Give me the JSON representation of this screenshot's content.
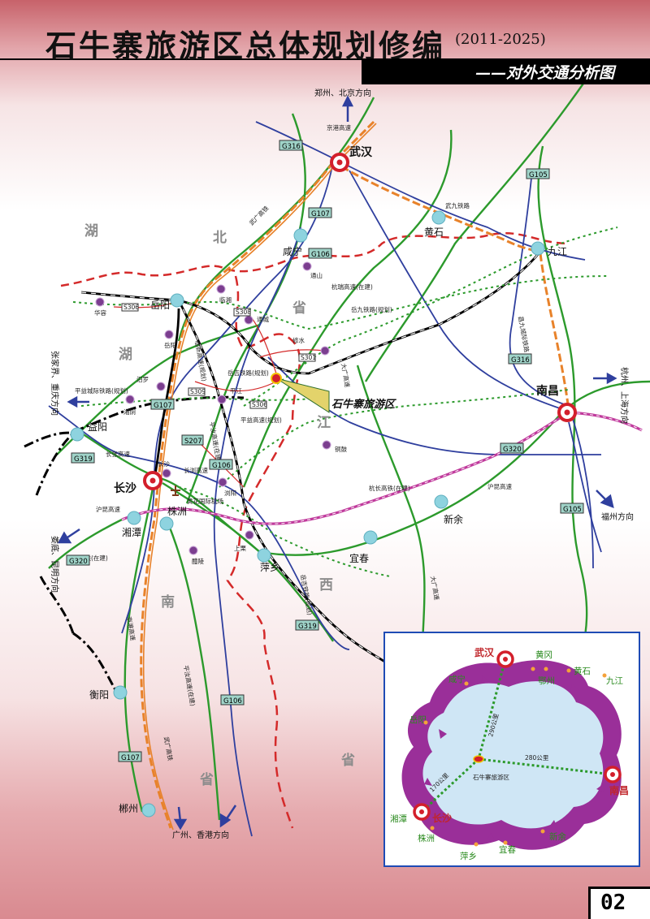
{
  "header": {
    "title": "石牛寨旅游区总体规划修编",
    "years": "(2011-2025)",
    "subtitle": "——对外交通分析图"
  },
  "page_number": "02",
  "provinces": [
    "湖",
    "北",
    "省",
    "湖",
    "南",
    "省",
    "江",
    "西",
    "省"
  ],
  "major_cities": {
    "wuhan": "武汉",
    "nanchang": "南昌",
    "changsha": "长沙"
  },
  "cities": {
    "xianning": "咸宁",
    "huangshi": "黄石",
    "jiujiang": "九江",
    "yueyang": "岳阳",
    "yiyang": "益阳",
    "xiangtan": "湘潭",
    "zhuzhou": "株洲",
    "hengyang": "衡阳",
    "chenzhou": "郴州",
    "pingxiang": "萍乡",
    "yichun": "宜春",
    "xinyu": "新余"
  },
  "towns": {
    "tongshan": "通山",
    "linxiang": "临湘",
    "tongcheng": "通城",
    "huarong": "华容",
    "yueyang_county": "岳阳",
    "xiushui": "修水",
    "miluo": "汨罗",
    "xiangyin": "湘阴",
    "pingjiang": "平江",
    "tonggu": "铜鼓",
    "changsha_county": "长沙",
    "liuyang": "浏阳",
    "liling": "醴陵",
    "shangli": "上栗"
  },
  "destination": "石牛寨旅游区",
  "airport": "黄花国际机场",
  "directions": {
    "north": "郑州、北京方向",
    "west": "张家界、重庆方向",
    "east": "杭州、上海方向",
    "southeast": "福州方向",
    "southwest": "娄底、昆明方向",
    "south": "广州、香港方向"
  },
  "road_labels": {
    "jinggang": "京港高速",
    "wuguang_rail": "武广高铁",
    "wujiu_rail": "武九铁路",
    "yuejiu_rail": "岳九铁路(规划)",
    "changjiu_rail": "昌九城际铁路",
    "hangrui": "杭瑞高速(在建)",
    "daguang": "大广高速",
    "yueji_rail": "岳吉铁路(规划)",
    "pingyi_rail": "平益城际铁路(规划)",
    "pingyi_exp": "平益高速(规划)",
    "wuxin": "临新高速(规划)",
    "changzhang": "长张高速",
    "pingru": "平汝高速(在建)",
    "changliu": "长浏高速",
    "hukun": "沪昆高速",
    "changkun_rail": "长昆客铁(在建)",
    "hukun_e": "沪昆高速",
    "hangchang_rail": "杭长高铁(在建)",
    "yueji_rail2": "岳吉铁路(规划)",
    "daguang2": "大广高速",
    "jinggang2": "京港高速",
    "wuguang2": "武广高铁",
    "pingru2": "平汝高速(在建)"
  },
  "shields": {
    "g316a": "G316",
    "g107a": "G107",
    "g106a": "G106",
    "g105a": "G105",
    "g316b": "G316",
    "g107b": "G107",
    "g319a": "G319",
    "g207": "S207",
    "g106b": "G106",
    "g320a": "G320",
    "g320b": "G320",
    "g105b": "G105",
    "g319b": "G319",
    "g106c": "G106",
    "g107c": "G107",
    "s306": "S306",
    "s308": "S308",
    "s301": "S301",
    "s306b": "S306",
    "s309": "S309"
  },
  "inset": {
    "wuhan": "武汉",
    "nanchang": "南昌",
    "changsha": "长沙",
    "xiangtan": "湘潭",
    "center": "石牛寨旅游区",
    "cities": {
      "huanggang": "黄冈",
      "ezhou": "鄂州",
      "huangshi": "黄石",
      "jiujiang": "九江",
      "xianning": "咸宁",
      "yueyang": "岳阳",
      "zhuzhou": "株洲",
      "pingxiang": "萍乡",
      "yichun": "宜春",
      "xinyu": "新余"
    },
    "distances": {
      "to_wuhan": "290公里",
      "to_nanchang": "280公里",
      "to_changsha": "170公里"
    }
  },
  "colors": {
    "highway": "#2c9a2c",
    "national_road": "#2f3f9e",
    "railway": "#000000",
    "high_speed_rail": "#e8822a",
    "planned": "#d42a2a",
    "intercity": "#c03a9c",
    "city_marker": "#d31f2b",
    "station": "#8ed3df",
    "town": "#7b3e8f",
    "inset_ring": "#8a2a8e"
  }
}
